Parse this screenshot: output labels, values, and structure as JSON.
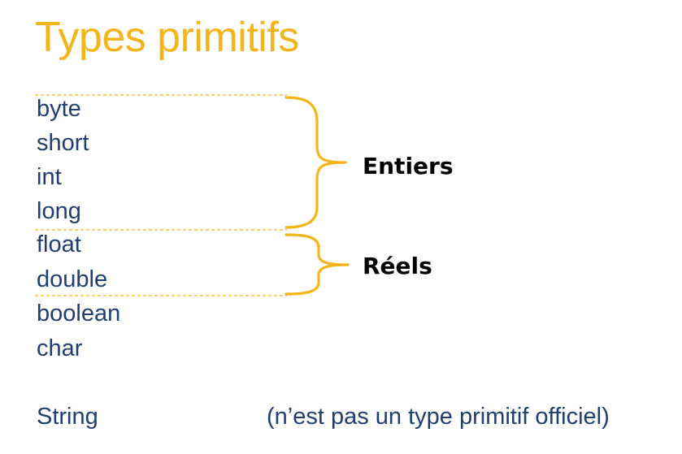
{
  "slide": {
    "title": "Types primitifs",
    "accent_color": "#f4b51b",
    "text_color": "#1f3f73",
    "types": [
      "byte",
      "short",
      "int",
      "long",
      "float",
      "double",
      "boolean",
      "char"
    ],
    "groups": [
      {
        "label": "Entiers",
        "members": [
          "byte",
          "short",
          "int",
          "long"
        ]
      },
      {
        "label": "Réels",
        "members": [
          "float",
          "double"
        ]
      }
    ],
    "string_label": "String",
    "string_note": "(n’est pas un type primitif officiel)"
  }
}
